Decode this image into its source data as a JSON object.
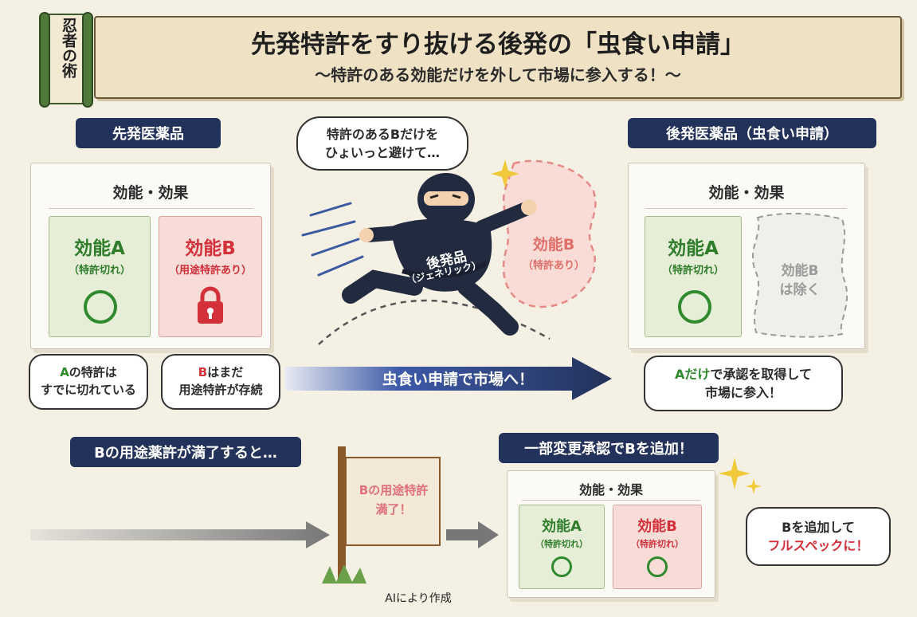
{
  "scroll_tag": "忍者の術",
  "title": "先発特許をすり抜ける後発の「虫食い申請」",
  "subtitle": "〜特許のある効能だけを外して市場に参入する！〜",
  "left": {
    "label": "先発医薬品",
    "paper_title": "効能・効果",
    "card_a_title": "効能A",
    "card_a_sub": "（特許切れ）",
    "card_b_title": "効能B",
    "card_b_sub": "（用途特許あり）",
    "bubble_a_hl": "A",
    "bubble_a_line1": "の特許は",
    "bubble_a_line2": "すでに切れている",
    "bubble_b_hl": "B",
    "bubble_b_line1": "はまだ",
    "bubble_b_line2": "用途特許が存続"
  },
  "ninja": {
    "speech_line1": "特許のあるBだけを",
    "speech_line2": "ひょいっと避けて…",
    "badge_line1": "後発品",
    "badge_line2": "（ジェネリック）",
    "ghost_title": "効能B",
    "ghost_sub": "（特許あり）"
  },
  "middle_arrow": "虫食い申請で市場へ！",
  "right": {
    "label": "後発医薬品（虫食い申請）",
    "paper_title": "効能・効果",
    "card_a_title": "効能A",
    "card_a_sub": "（特許切れ）",
    "removed_line1": "効能B",
    "removed_line2": "は除く",
    "bubble_hl": "Aだけ",
    "bubble_line1": "で承認を取得して",
    "bubble_line2": "市場に参入！"
  },
  "bottom": {
    "label_left": "Bの用途薬許が満了すると…",
    "sign_line1": "Bの用途特許",
    "sign_line2": "満了！",
    "label_right": "一部変更承認でBを追加！",
    "paper_title": "効能・効果",
    "card_a_title": "効能A",
    "card_a_sub": "（特許切れ）",
    "card_b_title": "効能B",
    "card_b_sub": "（特許切れ）",
    "bubble_line1": "Bを追加して",
    "bubble_line2": "フルスペックに！"
  },
  "credit": "AIにより作成",
  "colors": {
    "navy": "#23325a",
    "green": "#2f7d2a",
    "red": "#d3303a",
    "paper": "#fbfaf6",
    "background": "#f5f0e4"
  }
}
